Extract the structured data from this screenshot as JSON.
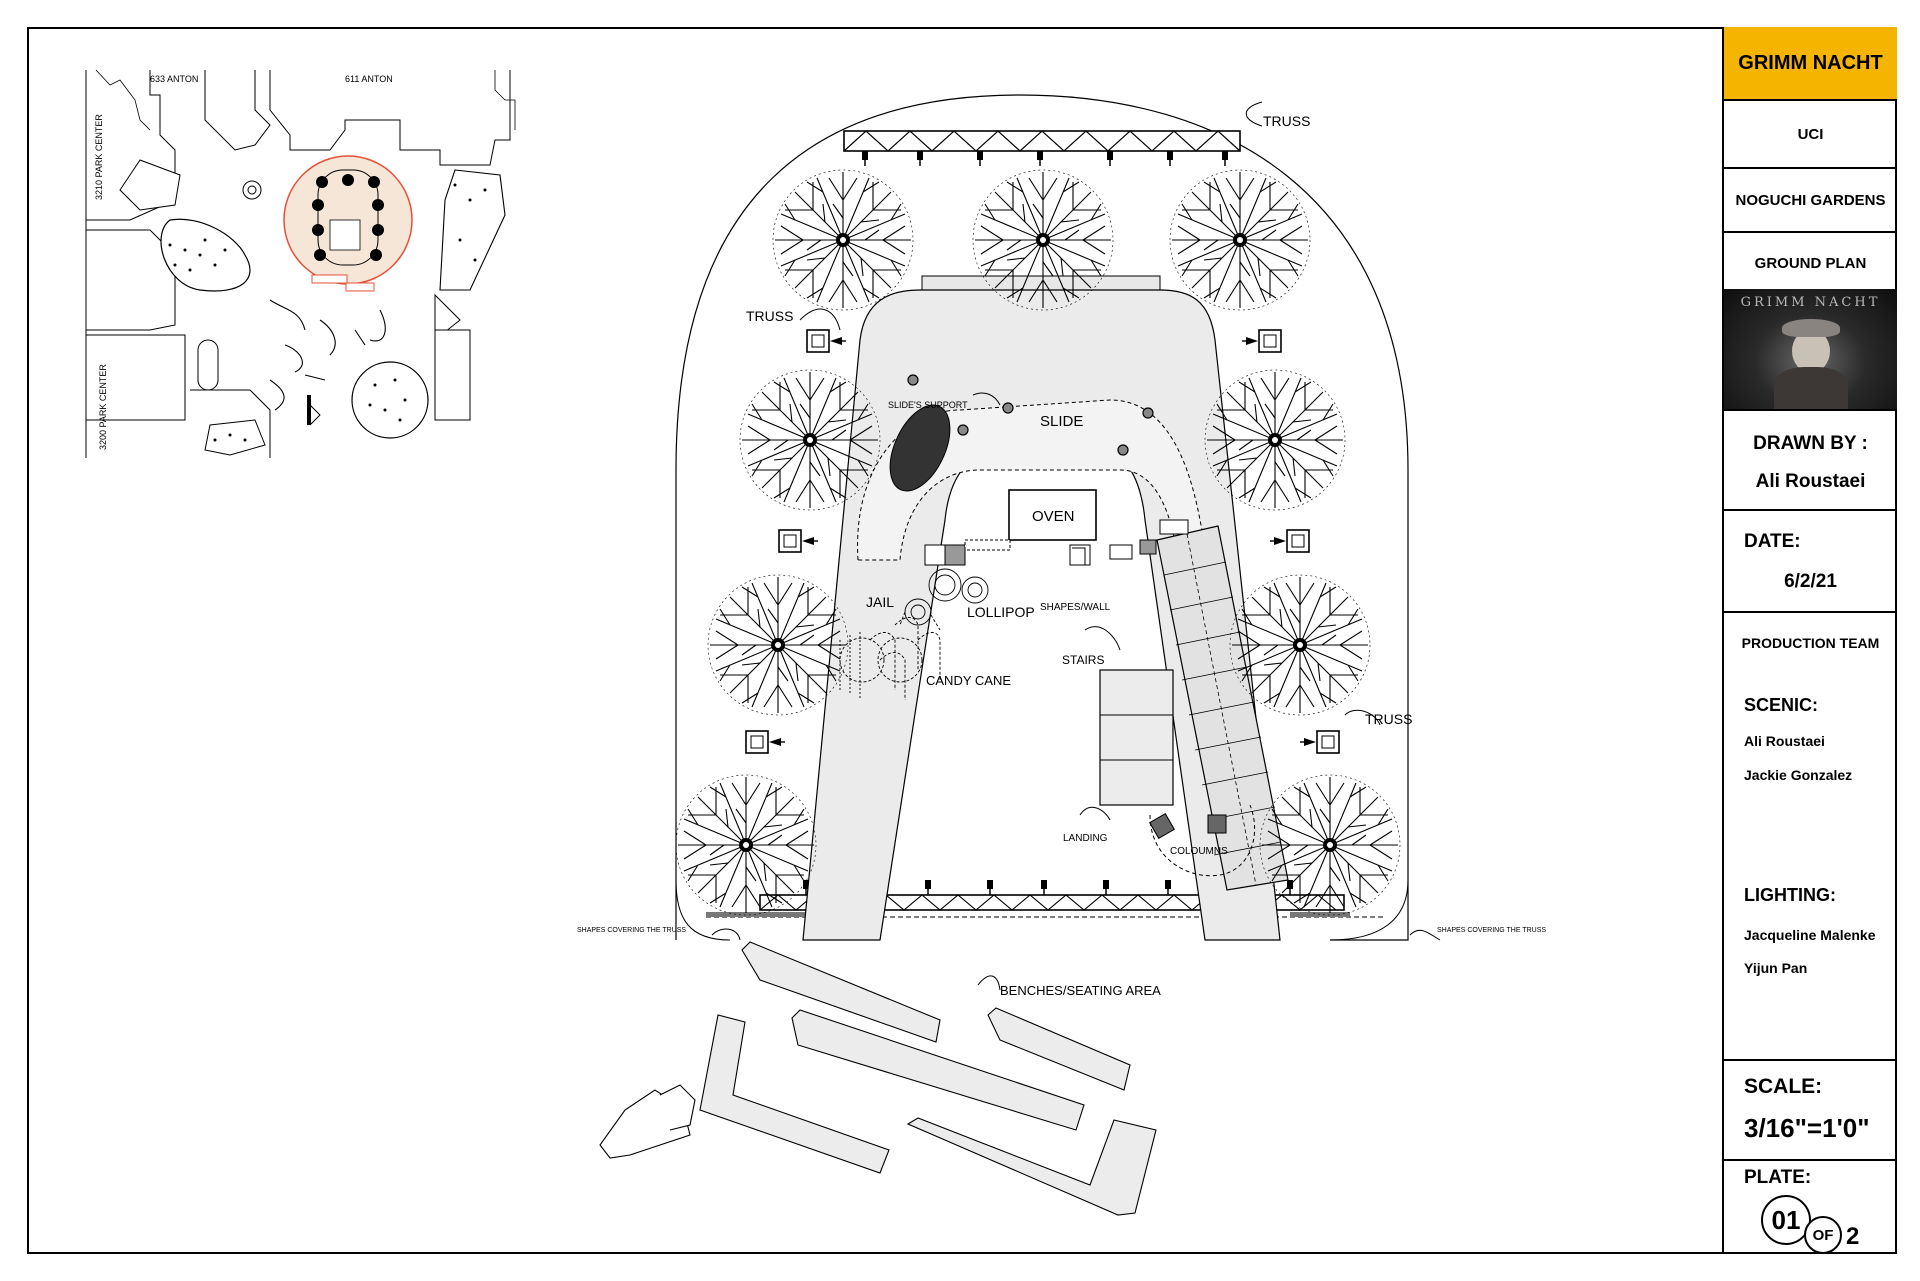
{
  "inset_map": {
    "labels": [
      "633 ANTON",
      "611 ANTON",
      "3210 PARK CENTER",
      "3200 PARK CENTER"
    ],
    "highlight_color": "#f6e6d8",
    "highlight_stroke": "#e5503a"
  },
  "plan_labels": {
    "truss_top": "TRUSS",
    "truss_left": "TRUSS",
    "truss_right": "TRUSS",
    "slides_support": "SLIDE'S SUPPORT",
    "slide": "SLIDE",
    "oven": "OVEN",
    "jail": "JAIL",
    "lollipop": "LOLLIPOP",
    "shapes_wall": "SHAPES/WALL",
    "stairs": "STAIRS",
    "candy_cane": "CANDY CANE",
    "landing": "LANDING",
    "columns": "COLOUMNS",
    "shapes_truss_left": "SHAPES COVERING THE TRUSS",
    "shapes_truss_right": "SHAPES COVERING THE TRUSS",
    "benches": "BENCHES/SEATING AREA"
  },
  "title_block": {
    "production": "GRIMM NACHT",
    "production_color": "#f5b400",
    "school": "UCI",
    "venue": "NOGUCHI GARDENS",
    "sheet_title": "GROUND PLAN",
    "poster_title": "GRIMM NACHT",
    "drawn_by_label": "DRAWN BY :",
    "drawn_by": "Ali Roustaei",
    "date_label": "DATE:",
    "date": "6/2/21",
    "team_label": "PRODUCTION TEAM",
    "scenic_label": "SCENIC:",
    "scenic": [
      "Ali Roustaei",
      "Jackie Gonzalez"
    ],
    "lighting_label": "LIGHTING:",
    "lighting": [
      "Jacqueline Malenke",
      "Yijun Pan"
    ],
    "scale_label": "SCALE:",
    "scale": "3/16\"=1'0\"",
    "plate_label": "PLATE:",
    "plate_number": "01",
    "plate_of": "OF",
    "plate_total": "2"
  }
}
